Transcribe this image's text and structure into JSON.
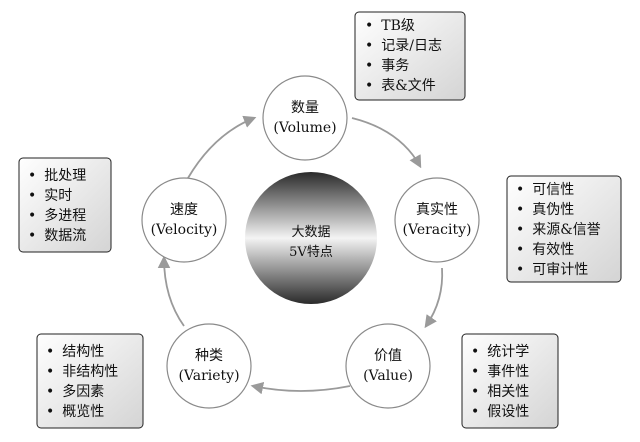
{
  "center": {
    "line1": "大数据",
    "line2": "5V特点"
  },
  "nodes": [
    {
      "id": "volume",
      "title": "数量",
      "subtitle": "(Volume)",
      "items": [
        "TB级",
        "记录/日志",
        "事务",
        "表&文件"
      ]
    },
    {
      "id": "veracity",
      "title": "真实性",
      "subtitle": "(Veracity)",
      "items": [
        "可信性",
        "真伪性",
        "来源&信誉",
        "有效性",
        "可审计性"
      ]
    },
    {
      "id": "value",
      "title": "价值",
      "subtitle": "(Value)",
      "items": [
        "统计学",
        "事件性",
        "相关性",
        "假设性"
      ]
    },
    {
      "id": "variety",
      "title": "种类",
      "subtitle": "(Variety)",
      "items": [
        "结构性",
        "非结构性",
        "多因素",
        "概览性"
      ]
    },
    {
      "id": "velocity",
      "title": "速度",
      "subtitle": "(Velocity)",
      "items": [
        "批处理",
        "实时",
        "多进程",
        "数据流"
      ]
    }
  ],
  "bullet": "•",
  "colors": {
    "circle_stroke": "#8a8a8a",
    "arrow": "#9a9a9a",
    "box_fill_light": "#ffffff",
    "box_fill_dark": "#d9d9d9"
  }
}
